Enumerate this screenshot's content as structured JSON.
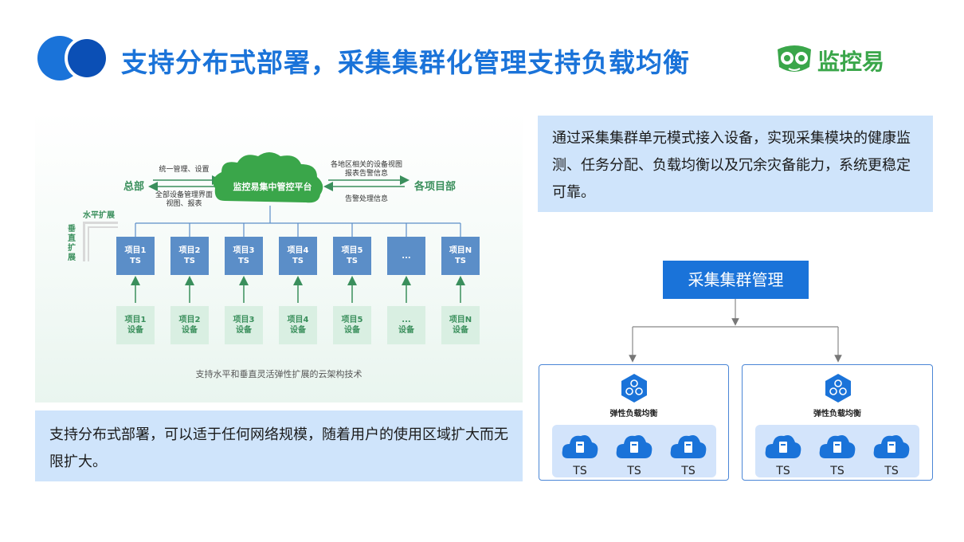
{
  "header": {
    "title": "支持分布式部署，采集集群化管理支持负载均衡",
    "logo_text": "监控易"
  },
  "right_text": "通过采集集群单元模式接入设备，实现采集模块的健康监测、任务分配、负载均衡以及冗余灾备能力，系统更稳定可靠。",
  "left_text": "支持分布式部署，可以适于任何网络规模，随着用户的使用区域扩大而无限扩大。",
  "left_diagram": {
    "hq_label": "总部",
    "projects_label": "各项目部",
    "cloud_label": "监控易集中管控平台",
    "left_top_label": "统一管理、设置",
    "left_bottom_label_1": "全部设备管理界面",
    "left_bottom_label_2": "视图、报表",
    "right_top_label_1": "各地区相关的设备视图",
    "right_top_label_2": "报表告警信息",
    "right_bottom_label": "告警处理信息",
    "horizontal_label": "水平扩展",
    "vertical_label": "垂直扩展",
    "ts_boxes": [
      {
        "line1": "项目1",
        "line2": "TS"
      },
      {
        "line1": "项目2",
        "line2": "TS"
      },
      {
        "line1": "项目3",
        "line2": "TS"
      },
      {
        "line1": "项目4",
        "line2": "TS"
      },
      {
        "line1": "项目5",
        "line2": "TS"
      },
      {
        "line1": "...",
        "line2": ""
      },
      {
        "line1": "项目N",
        "line2": "TS"
      }
    ],
    "device_boxes": [
      {
        "line1": "项目1",
        "line2": "设备"
      },
      {
        "line1": "项目2",
        "line2": "设备"
      },
      {
        "line1": "项目3",
        "line2": "设备"
      },
      {
        "line1": "项目4",
        "line2": "设备"
      },
      {
        "line1": "项目5",
        "line2": "设备"
      },
      {
        "line1": "...",
        "line2": "设备"
      },
      {
        "line1": "项目N",
        "line2": "设备"
      }
    ],
    "caption": "支持水平和垂直灵活弹性扩展的云架构技术"
  },
  "right_diagram": {
    "root_label": "采集集群管理",
    "clusters": [
      {
        "lb_label": "弹性负载均衡",
        "nodes": [
          "TS",
          "TS",
          "TS"
        ]
      },
      {
        "lb_label": "弹性负载均衡",
        "nodes": [
          "TS",
          "TS",
          "TS"
        ]
      }
    ]
  },
  "colors": {
    "brand_blue": "#1a73d9",
    "brand_green": "#3aa64a",
    "ts_box": "#5b8ec8",
    "device_box": "#d9efe2",
    "text_panel": "#cfe4fb"
  }
}
